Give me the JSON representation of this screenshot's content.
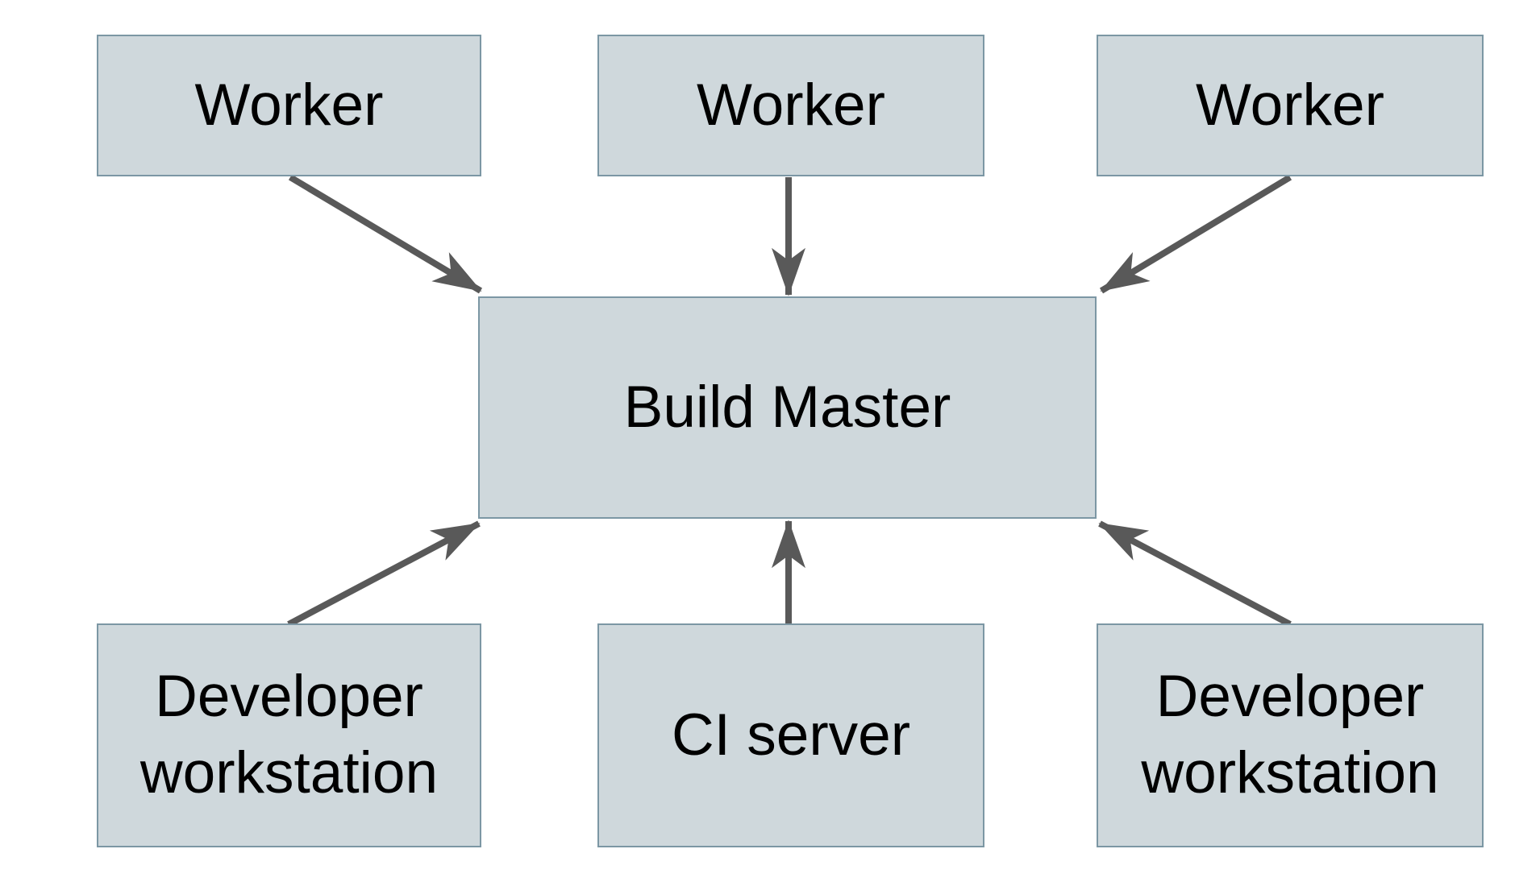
{
  "nodes": {
    "worker1": {
      "label": "Worker"
    },
    "worker2": {
      "label": "Worker"
    },
    "worker3": {
      "label": "Worker"
    },
    "build_master": {
      "label": "Build Master"
    },
    "dev_workstation_left": {
      "label": "Developer workstation"
    },
    "ci_server": {
      "label": "CI server"
    },
    "dev_workstation_right": {
      "label": "Developer workstation"
    }
  },
  "edges": [
    {
      "from": "worker1",
      "to": "build_master",
      "direction": "down-right"
    },
    {
      "from": "worker2",
      "to": "build_master",
      "direction": "down"
    },
    {
      "from": "worker3",
      "to": "build_master",
      "direction": "down-left"
    },
    {
      "from": "dev_workstation_left",
      "to": "build_master",
      "direction": "up-right"
    },
    {
      "from": "ci_server",
      "to": "build_master",
      "direction": "up"
    },
    {
      "from": "dev_workstation_right",
      "to": "build_master",
      "direction": "up-left"
    }
  ],
  "colors": {
    "background": "#ffffff",
    "node_fill": "#cfd8dc",
    "node_border": "#7c97a4",
    "arrow": "#595959",
    "text": "#000000"
  }
}
